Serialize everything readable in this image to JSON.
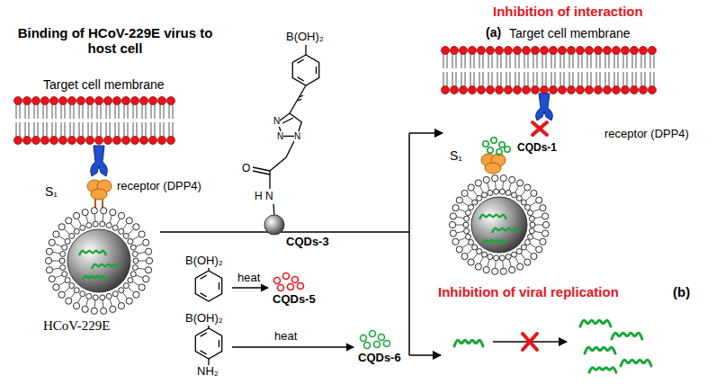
{
  "diagram": {
    "labels": [
      "Inhibition of interaction",
      "(a)",
      "Target cell membrane",
      "B(OH)₂",
      "Binding of HCoV-229E virus to host cell",
      "Target cell membrane",
      "receptor (DPP4)",
      "N",
      "N",
      "N",
      "S₁",
      "CQDs-1",
      "S₁",
      "receptor (DPP4)",
      "O",
      "H",
      "N",
      "CQDs-3",
      "B(OH)₂",
      "heat",
      "CQDs-5",
      "HCoV-229E",
      "Inhibition of viral replication",
      "(b)",
      "B(OH)₂",
      "heat",
      "CQDs-6",
      "NH₂"
    ]
  }
}
